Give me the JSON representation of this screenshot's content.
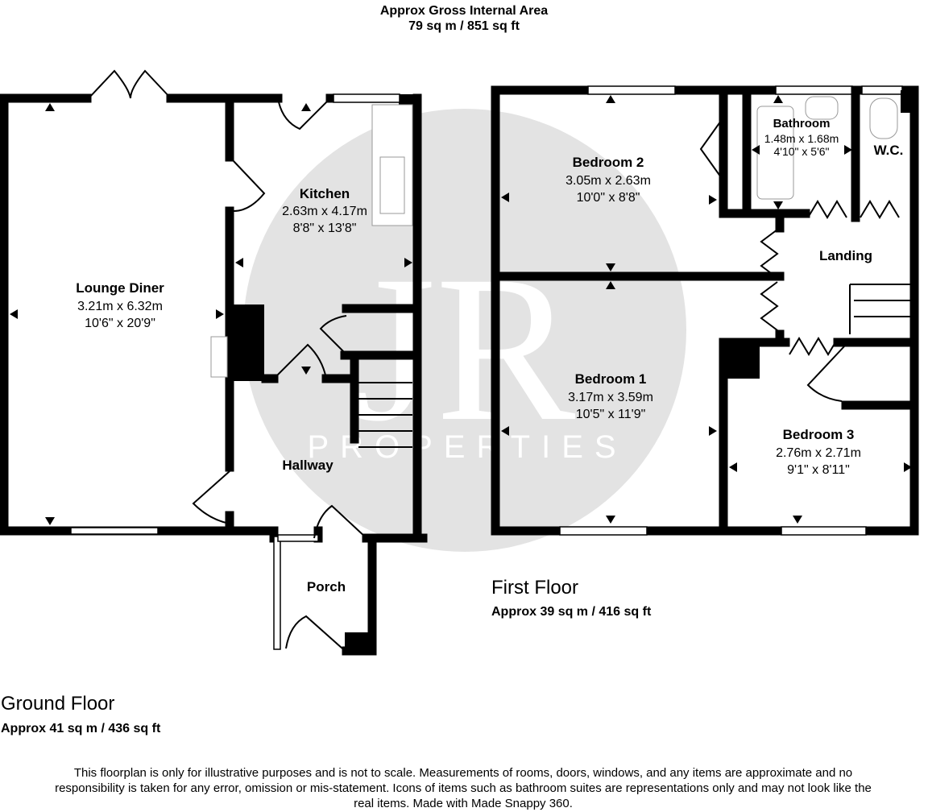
{
  "header": {
    "title": "Approx Gross Internal Area",
    "area": "79 sq m / 851 sq ft"
  },
  "watermark": {
    "logo": "JR",
    "text": "PROPERTIES"
  },
  "ground_floor": {
    "title": "Ground Floor",
    "area": "Approx 41 sq m / 436 sq ft",
    "rooms": {
      "lounge": {
        "name": "Lounge Diner",
        "metric": "3.21m x 6.32m",
        "imperial": "10'6\" x 20'9\""
      },
      "kitchen": {
        "name": "Kitchen",
        "metric": "2.63m x 4.17m",
        "imperial": "8'8\" x 13'8\""
      },
      "hallway": {
        "name": "Hallway"
      },
      "porch": {
        "name": "Porch"
      }
    }
  },
  "first_floor": {
    "title": "First Floor",
    "area": "Approx 39 sq m / 416 sq ft",
    "rooms": {
      "bedroom2": {
        "name": "Bedroom 2",
        "metric": "3.05m x 2.63m",
        "imperial": "10'0\" x 8'8\""
      },
      "bathroom": {
        "name": "Bathroom",
        "metric": "1.48m x 1.68m",
        "imperial": "4'10\" x 5'6\""
      },
      "wc": {
        "name": "W.C."
      },
      "landing": {
        "name": "Landing"
      },
      "bedroom1": {
        "name": "Bedroom 1",
        "metric": "3.17m x 3.59m",
        "imperial": "10'5\" x 11'9\""
      },
      "bedroom3": {
        "name": "Bedroom 3",
        "metric": "2.76m x 2.71m",
        "imperial": "9'1\" x 8'11\""
      }
    }
  },
  "disclaimer": "This floorplan is only for illustrative purposes and is not to scale. Measurements of rooms, doors, windows, and any items are approximate and no responsibility is taken for any error, omission or mis-statement. Icons of items such as bathroom suites are representations only and may not look like the real items. Made with Made Snappy 360."
}
